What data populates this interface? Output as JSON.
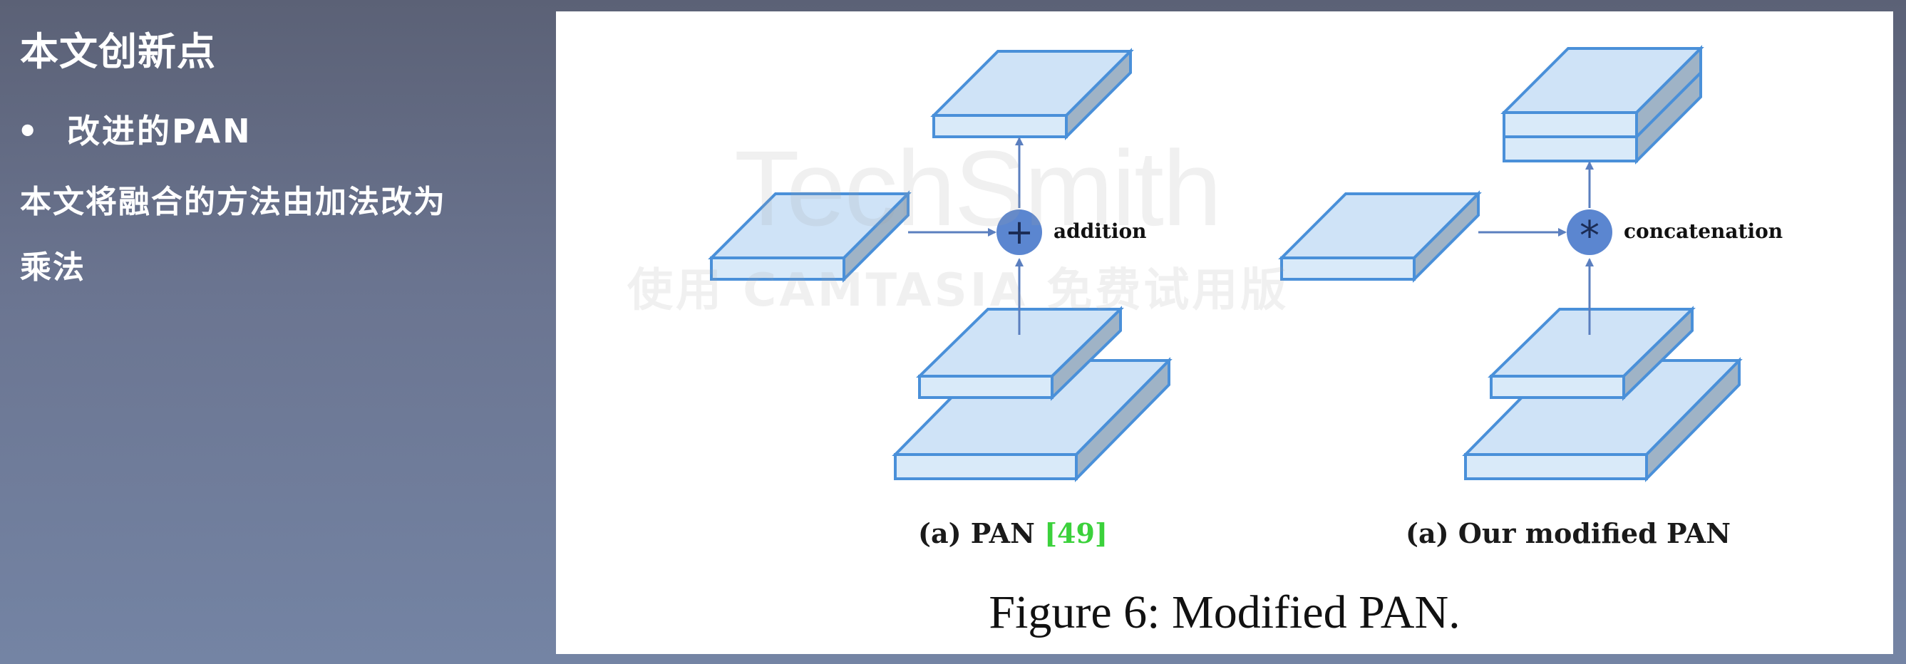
{
  "slide": {
    "title": "本文创新点",
    "bullet_dot": "•",
    "bullet": "改进的PAN",
    "body_line1": "本文将融合的方法由加法改为",
    "body_line2": "乘法"
  },
  "figure": {
    "left": {
      "operator_symbol": "+",
      "operator_label": "addition",
      "caption_prefix": "(a) PAN ",
      "caption_cite": "[49]"
    },
    "right": {
      "operator_symbol": "*",
      "operator_label": "concatenation",
      "caption": "(a) Our modified PAN"
    },
    "caption": "Figure 6: Modified PAN."
  },
  "watermark": {
    "brand": "TechSmith",
    "sub": "使用 CAMTASIA 免费试用版"
  },
  "colors": {
    "box_fill": "#cfe3f7",
    "box_stroke": "#4a90d9",
    "arrow": "#5b7fbf",
    "op_circle": "#5b86d0",
    "cite": "#3bd13b"
  }
}
